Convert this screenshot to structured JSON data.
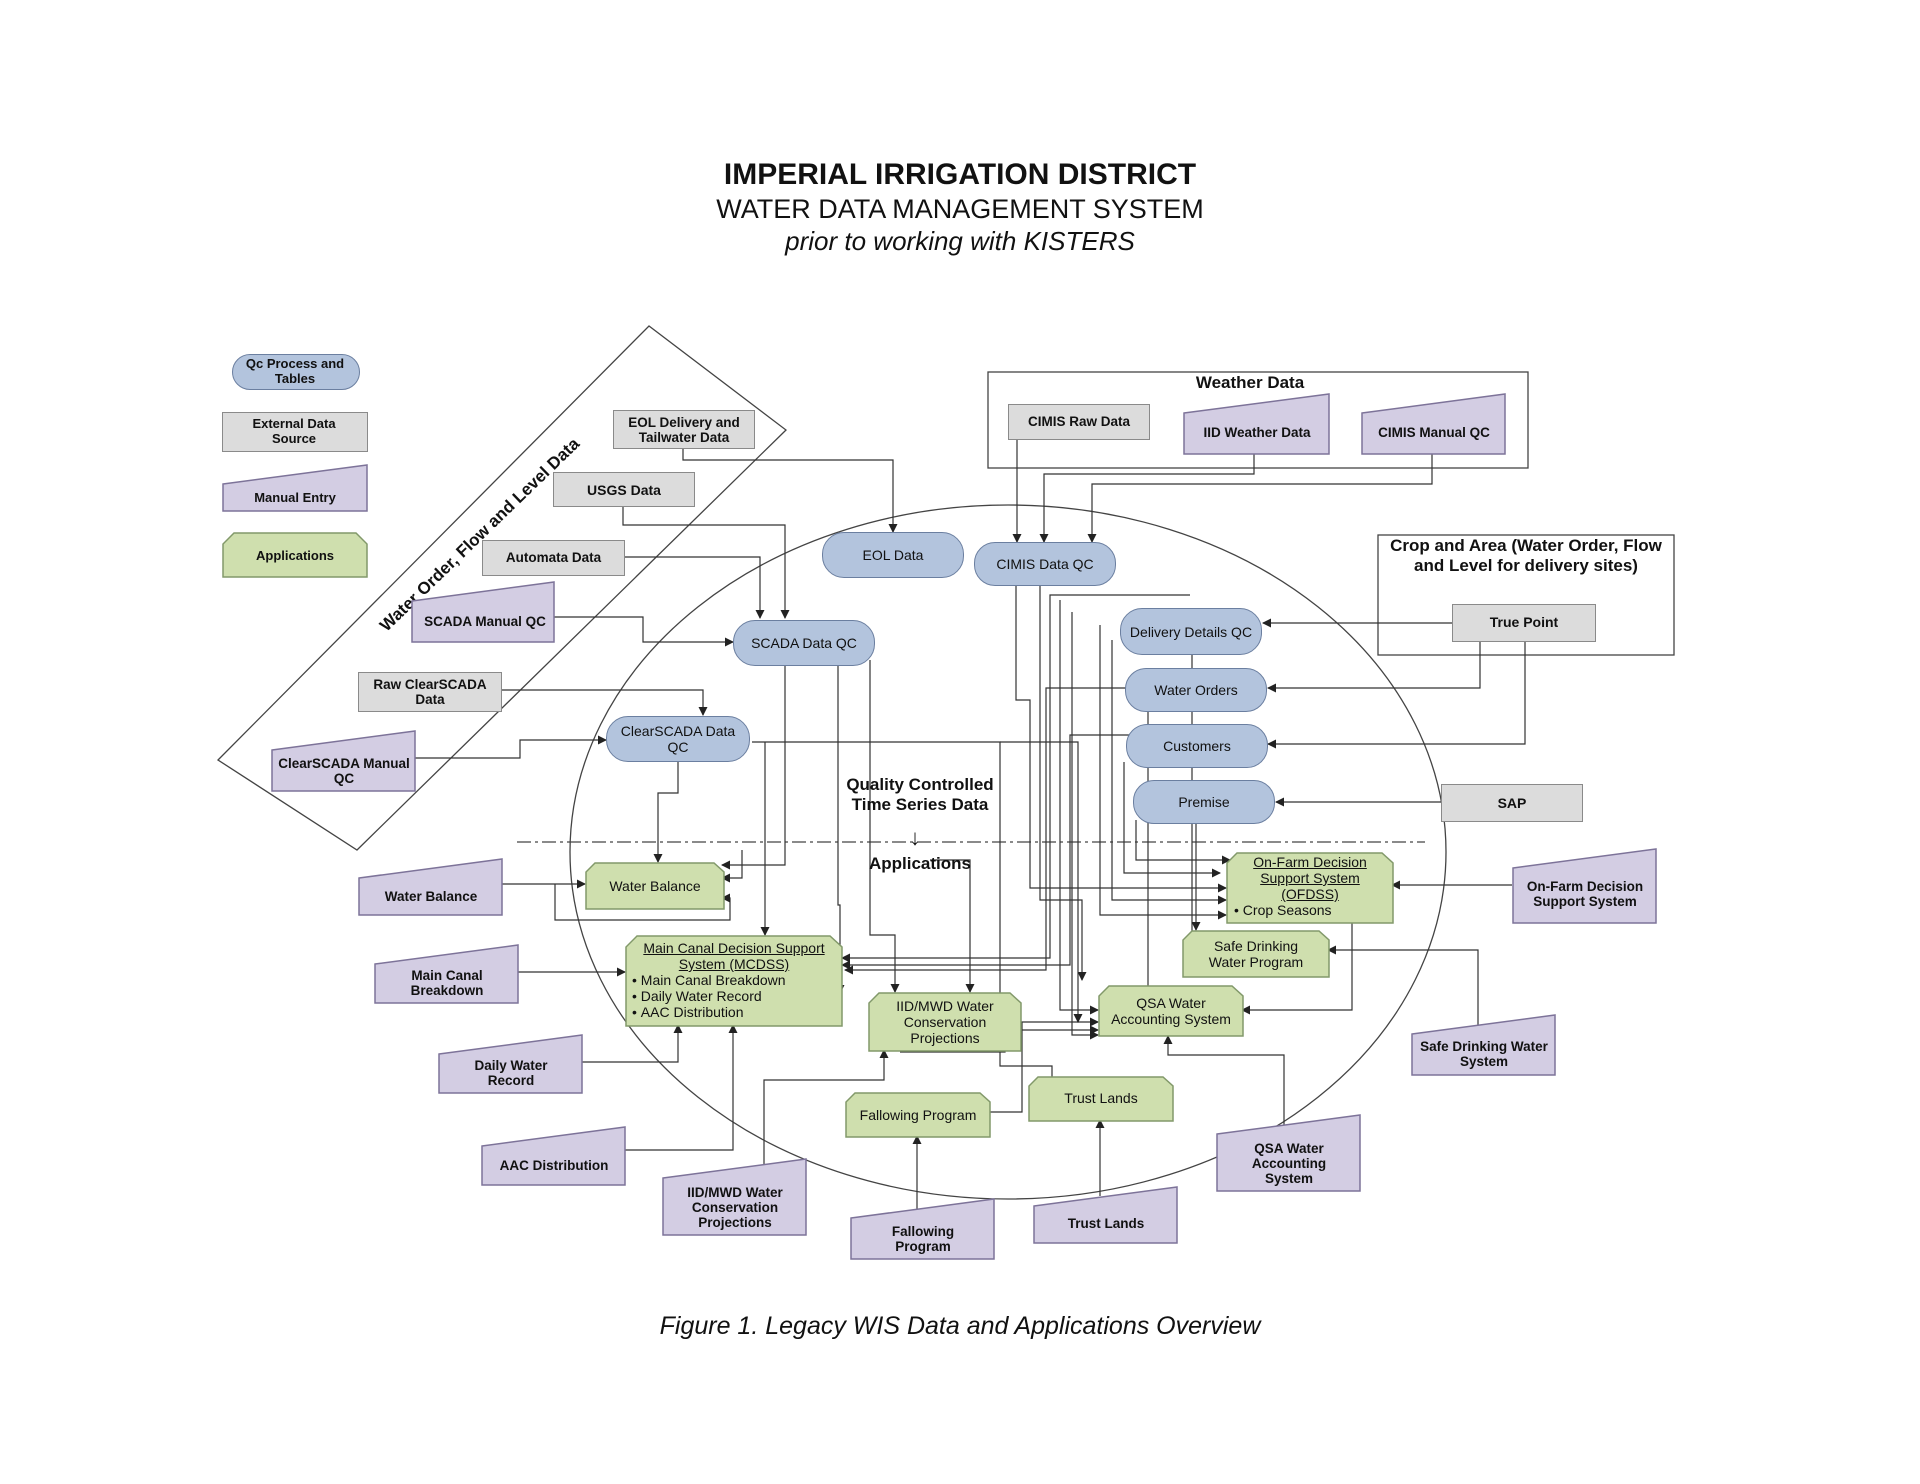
{
  "header": {
    "title": "IMPERIAL IRRIGATION DISTRICT",
    "subtitle": "WATER DATA MANAGEMENT SYSTEM",
    "tagline": "prior to working with KISTERS"
  },
  "caption": "Figure 1. Legacy WIS Data and Applications Overview",
  "legend": {
    "qc": "Qc Process and Tables",
    "external": "External Data Source",
    "manual": "Manual Entry",
    "applications": "Applications"
  },
  "groups": {
    "water_order": "Water Order, Flow and Level Data",
    "weather": "Weather Data",
    "crop": "Crop and Area (Water Order, Flow and Level for delivery sites)"
  },
  "center": {
    "quality": "Quality Controlled Time Series Data",
    "arrow": "↓",
    "applications": "Applications"
  },
  "qc_nodes": {
    "eol_data": "EOL Data",
    "cimis_qc": "CIMIS Data QC",
    "scada_qc": "SCADA Data QC",
    "clearscada_qc": "ClearSCADA Data QC",
    "delivery_qc": "Delivery Details QC",
    "water_orders": "Water Orders",
    "customers": "Customers",
    "premise": "Premise"
  },
  "external_nodes": {
    "eol_tailwater": "EOL Delivery and Tailwater Data",
    "usgs": "USGS Data",
    "automata": "Automata Data",
    "raw_clearscada": "Raw ClearSCADA Data",
    "cimis_raw": "CIMIS Raw Data",
    "true_point": "True Point",
    "sap": "SAP"
  },
  "manual_nodes": {
    "scada_manual": "SCADA  Manual QC",
    "clearscada_manual": "ClearSCADA Manual QC",
    "iid_weather": "IID Weather Data",
    "cimis_manual": "CIMIS Manual QC",
    "water_balance": "Water Balance",
    "main_canal": "Main Canal Breakdown",
    "daily_water": "Daily Water Record",
    "aac": "AAC Distribution",
    "iid_mwd": "IID/MWD Water Conservation Projections",
    "fallowing": "Fallowing Program",
    "trust_lands": "Trust Lands",
    "qsa": "QSA Water Accounting System",
    "safe_drinking": "Safe Drinking Water System",
    "onfarm": "On-Farm Decision Support System"
  },
  "app_nodes": {
    "water_balance": "Water Balance",
    "mcdss_title": "Main Canal Decision Support System (MCDSS)",
    "mcdss_items": [
      "Main Canal Breakdown",
      "Daily Water Record",
      "AAC Distribution"
    ],
    "iid_mwd": "IID/MWD Water Conservation Projections",
    "qsa": "QSA Water Accounting System",
    "fallowing": "Fallowing Program",
    "trust_lands": "Trust Lands",
    "safe_drinking": "Safe Drinking Water Program",
    "ofdss_title": "On-Farm Decision Support System (OFDSS)",
    "ofdss_items": [
      "Crop Seasons"
    ]
  },
  "colors": {
    "qc_fill": "#b3c4dd",
    "external_fill": "#dcdcdc",
    "manual_fill": "#d3cde3",
    "app_fill": "#cfdfae",
    "line": "#333333"
  }
}
